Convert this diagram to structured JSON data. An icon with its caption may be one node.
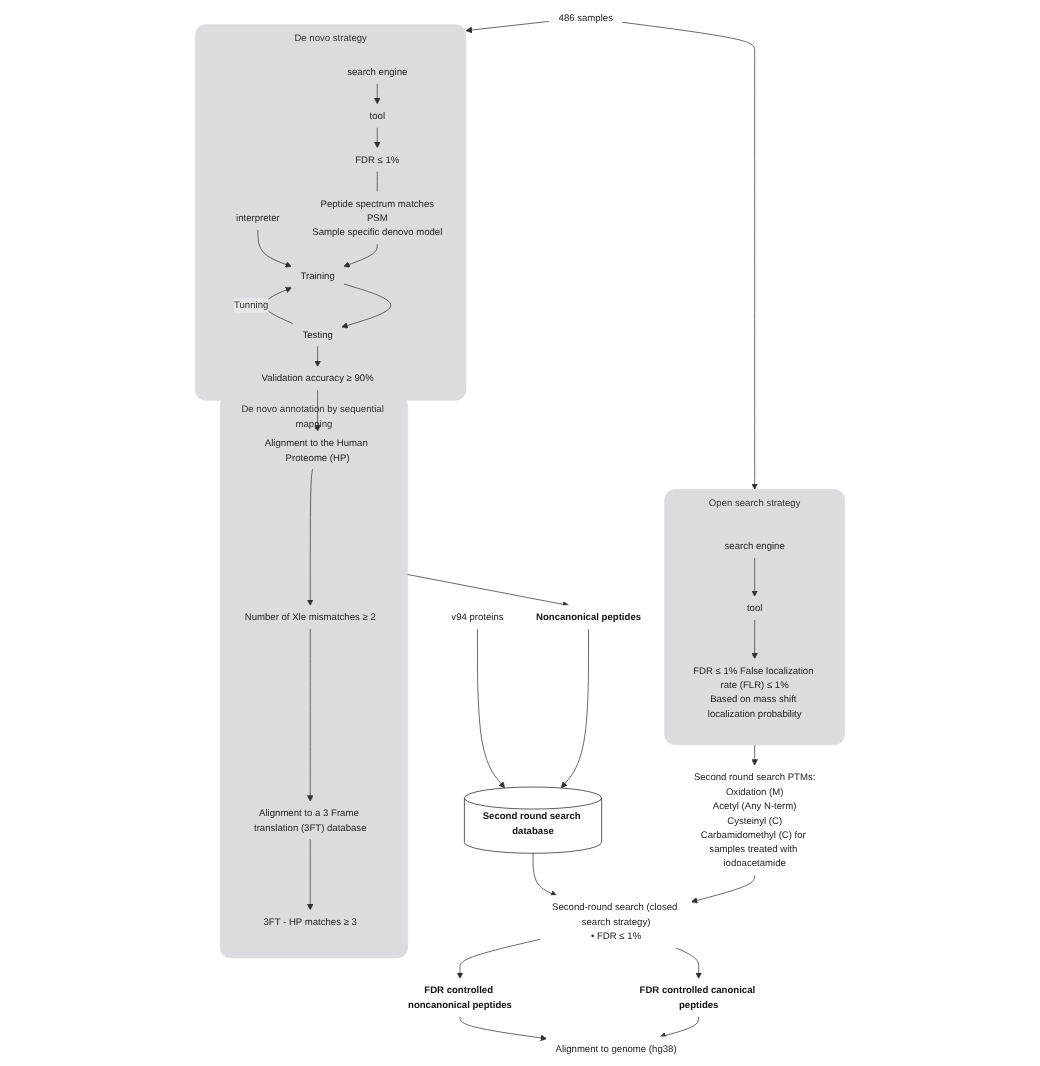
{
  "diagram": {
    "nodes": [
      {
        "text": [
          "486 samples"
        ]
      },
      {
        "text": [
          "Open search strategy"
        ]
      },
      {
        "text": [
          "search engine"
        ],
        "in": 1
      },
      {
        "text": [
          "tool"
        ],
        "in": 1
      },
      {
        "text": [
          "FDR ≤ 1% False localization rate (FLR) ≤ 1%",
          "Based on mass shift localization probability"
        ],
        "in": 1
      },
      {
        "text": [
          "De novo strategy"
        ]
      },
      {
        "text": [
          "search engine"
        ],
        "in": 5
      },
      {
        "text": [
          "tool"
        ],
        "in": 5
      },
      {
        "text": [
          "FDR ≤ 1%"
        ],
        "in": 5
      },
      {
        "text": [
          "Peptide spectrum matches",
          "PSM",
          "Sample specific denovo model"
        ],
        "in": 5
      },
      {
        "text": [
          "interpreter"
        ],
        "in": 5
      },
      {
        "text": [
          "Training"
        ],
        "in": 5
      },
      {
        "text": [
          "Testing"
        ],
        "in": 5
      },
      {
        "text": [
          "Validation accuracy ≥ 90%"
        ],
        "in": 5
      },
      {
        "text": [
          "De novo annotation by sequential mapping"
        ]
      },
      {
        "text": [
          "Alignment to the Human Proteome (HP)"
        ],
        "in": 14
      },
      {
        "text": [
          "Number of Xle mismatches ≥ 2"
        ],
        "in": 14
      },
      {
        "text": [
          "Alignment to a 3 Frame translation (3FT) database"
        ],
        "in": 14
      },
      {
        "text": [
          "3FT - HP matches ≥ 3"
        ],
        "in": 14
      },
      {
        "text": [
          "Noncanonical peptides"
        ]
      },
      {
        "text": [
          "v94 proteins"
        ]
      },
      {
        "text": [
          "Second round search database"
        ]
      },
      {
        "text": [
          "Second round search PTMs:",
          "Oxidation (M)",
          "Acetyl (Any N-term)",
          "Cysteinyl (C)",
          "Carbamidomethyl (C) for samples treated with iodoacetamide"
        ]
      },
      {
        "text": [
          "Second-round search (closed search strategy)",
          "• FDR ≤ 1%"
        ]
      },
      {
        "text": [
          "FDR controlled canonical peptides"
        ]
      },
      {
        "text": [
          "FDR controlled noncanonical peptides"
        ]
      },
      {
        "text": [
          "Alignment to genome (hg38)"
        ]
      }
    ],
    "edges": [
      {
        "from": 0,
        "to": 1,
        "arrow": "to"
      },
      {
        "from": 0,
        "to": 5,
        "arrow": "to"
      },
      {
        "from": 2,
        "to": 3,
        "arrow": "to"
      },
      {
        "from": 3,
        "to": 4,
        "arrow": "to"
      },
      {
        "from": 6,
        "to": 7,
        "arrow": "to"
      },
      {
        "from": 7,
        "to": 8,
        "arrow": "to"
      },
      {
        "from": 8,
        "to": 9,
        "arrow": "none"
      },
      {
        "from": 9,
        "to": 11,
        "arrow": "to"
      },
      {
        "from": 10,
        "to": 11,
        "arrow": "to"
      },
      {
        "from": 11,
        "to": 12,
        "arrow": "to"
      },
      {
        "from": 12,
        "to": 11,
        "arrow": "to",
        "label": "Tunning"
      },
      {
        "from": 12,
        "to": 13,
        "arrow": "to"
      },
      {
        "from": 13,
        "to": 15,
        "arrow": "to"
      },
      {
        "from": 15,
        "to": 16,
        "arrow": "to"
      },
      {
        "from": 16,
        "to": 17,
        "arrow": "to"
      },
      {
        "from": 17,
        "to": 18,
        "arrow": "to"
      },
      {
        "from": 14,
        "to": 19,
        "arrow": "to"
      },
      {
        "from": 19,
        "to": 21,
        "arrow": "to"
      },
      {
        "from": 20,
        "to": 21,
        "arrow": "to"
      },
      {
        "from": 1,
        "to": 22,
        "arrow": "to"
      },
      {
        "from": 22,
        "to": 23,
        "arrow": "to"
      },
      {
        "from": 21,
        "to": 23,
        "arrow": "to"
      },
      {
        "from": 23,
        "to": 24,
        "arrow": "to"
      },
      {
        "from": 23,
        "to": 25,
        "arrow": "to"
      },
      {
        "from": 24,
        "to": 26,
        "arrow": "to"
      },
      {
        "from": 25,
        "to": 26,
        "arrow": "to"
      }
    ]
  }
}
